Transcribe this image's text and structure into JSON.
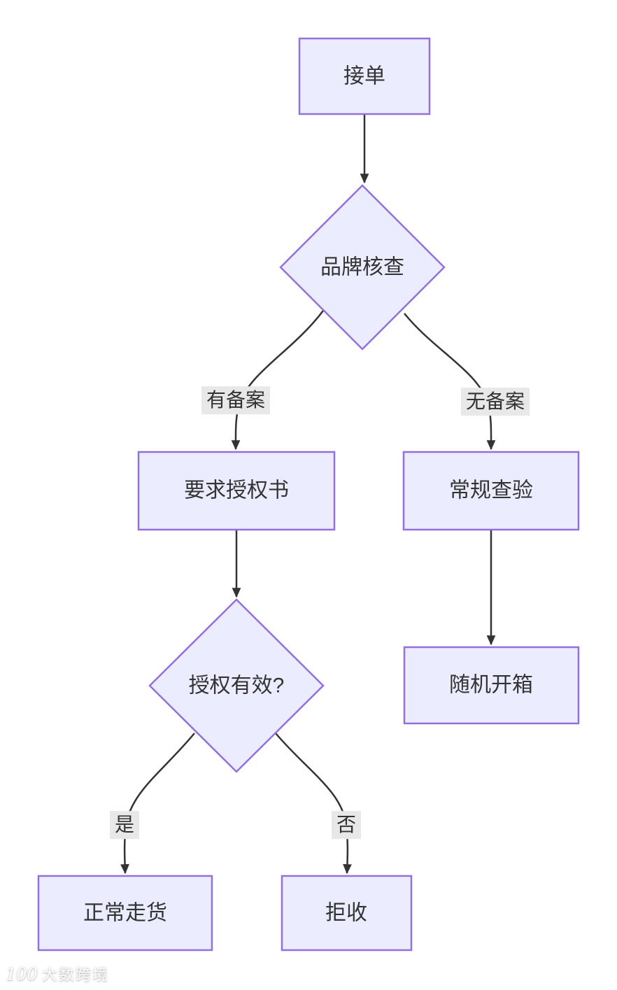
{
  "diagram": {
    "type": "flowchart",
    "direction": "top-down",
    "colors": {
      "node_fill": "#ECECFF",
      "node_border": "#9370DB",
      "edge_line": "#333333",
      "edge_label_bg": "#e8e8e8",
      "text": "#333333",
      "background": "#ffffff"
    },
    "nodes": {
      "receive": {
        "label": "接单",
        "shape": "rect"
      },
      "brand_check": {
        "label": "品牌核查",
        "shape": "diamond"
      },
      "require_auth": {
        "label": "要求授权书",
        "shape": "rect"
      },
      "regular_check": {
        "label": "常规查验",
        "shape": "rect"
      },
      "random_open": {
        "label": "随机开箱",
        "shape": "rect"
      },
      "auth_valid": {
        "label": "授权有效?",
        "shape": "diamond"
      },
      "normal_ship": {
        "label": "正常走货",
        "shape": "rect"
      },
      "reject": {
        "label": "拒收",
        "shape": "rect"
      }
    },
    "edges": [
      {
        "from": "receive",
        "to": "brand_check",
        "label": ""
      },
      {
        "from": "brand_check",
        "to": "require_auth",
        "label": "有备案"
      },
      {
        "from": "brand_check",
        "to": "regular_check",
        "label": "无备案"
      },
      {
        "from": "require_auth",
        "to": "auth_valid",
        "label": ""
      },
      {
        "from": "regular_check",
        "to": "random_open",
        "label": ""
      },
      {
        "from": "auth_valid",
        "to": "normal_ship",
        "label": "是"
      },
      {
        "from": "auth_valid",
        "to": "reject",
        "label": "否"
      }
    ]
  },
  "watermark": {
    "logo": "100",
    "text": "大数跨境"
  }
}
